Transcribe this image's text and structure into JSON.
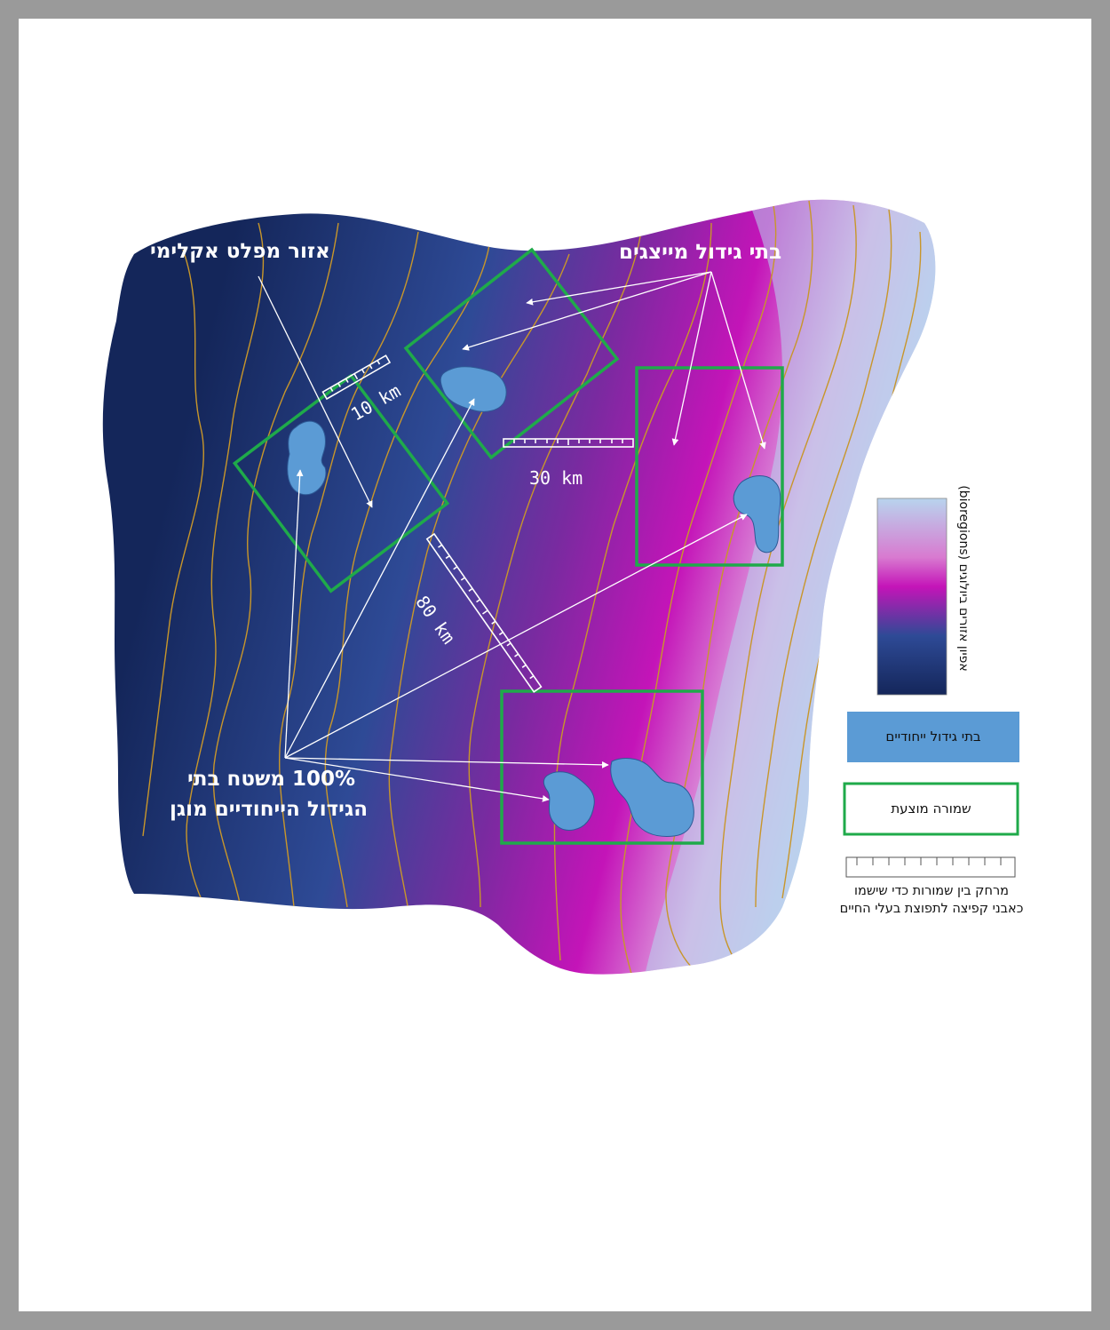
{
  "labels": {
    "climate_refuge": "אזור מפלט אקלימי",
    "representative_habitats": "בתי גידול מייצגים",
    "protected_line1": "100% משטח בתי",
    "protected_line2": "הגידול הייחודיים מוגן"
  },
  "scale_labels": {
    "s10": "10 km",
    "s30": "30 km",
    "s80": "80 km"
  },
  "legend": {
    "gradient_title": "אפיון אזורים ביולוגים (bioregions)",
    "unique_habitats": "בתי גידול ייחודיים",
    "proposed_reserve": "שמורה מוצעת",
    "distance_text": "מרחק בין שמורות כדי שישמו כאבני קפיצה לתפוצת בעלי החיים"
  },
  "colors": {
    "gradient_dark": "#14265a",
    "gradient_mid": "#2e4a96",
    "gradient_purple": "#7a2aa0",
    "gradient_magenta": "#c414b8",
    "gradient_light": "#b8d4ee",
    "habitat_fill": "#5b9bd5",
    "reserve_stroke": "#1faa4a",
    "contour_stroke": "#c8962a"
  }
}
